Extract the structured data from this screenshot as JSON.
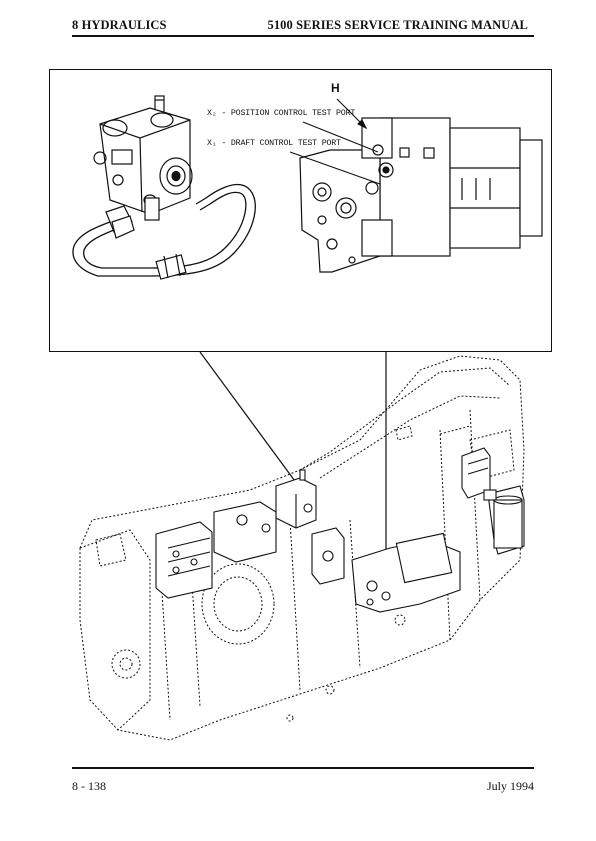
{
  "header": {
    "section": "8 HYDRAULICS",
    "manual_title": "5100 SERIES SERVICE TRAINING MANUAL"
  },
  "figure": {
    "callout_h": "H",
    "label_x2": "X₂ - POSITION CONTROL TEST PORT",
    "label_x1": "X₁ - DRAFT CONTROL TEST PORT"
  },
  "footer": {
    "page_number": "8 - 138",
    "date": "July 1994"
  }
}
